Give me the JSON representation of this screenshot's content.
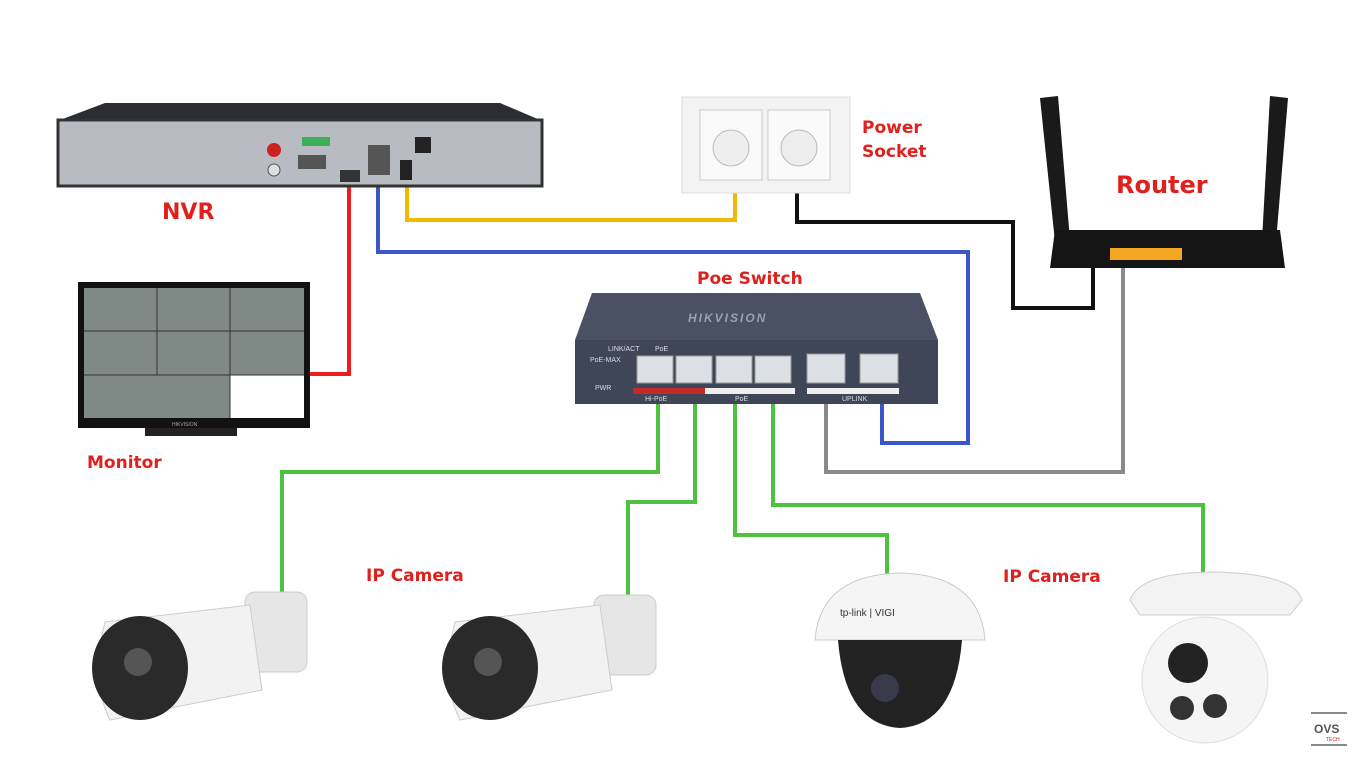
{
  "labels": {
    "nvr": "NVR",
    "power_socket_line1": "Power",
    "power_socket_line2": "Socket",
    "router": "Router",
    "monitor": "Monitor",
    "poe_switch": "Poe Switch",
    "ip_camera_left": "IP Camera",
    "ip_camera_right": "IP Camera"
  },
  "switch": {
    "brand": "HIKVISION",
    "link_act": "LINK/ACT",
    "poe": "PoE",
    "poe_max": "PoE-MAX",
    "pwr": "PWR",
    "hi_poe": "Hi-PoE",
    "poe_group": "PoE",
    "uplink": "UPLINK"
  },
  "monitor_brand": "HIKVISION",
  "dome_brand": "tp-link | VIGI",
  "watermark": {
    "main": "OVS",
    "sub": "TECH"
  },
  "cable_colors": {
    "hdmi": "#ee1c1c",
    "power_nvr": "#f5b800",
    "power_router": "#111111",
    "nvr_lan": "#3a56c8",
    "router_uplink": "#8a8a8a",
    "camera_poe": "#4cc23e"
  },
  "label_color": "#e0201c"
}
